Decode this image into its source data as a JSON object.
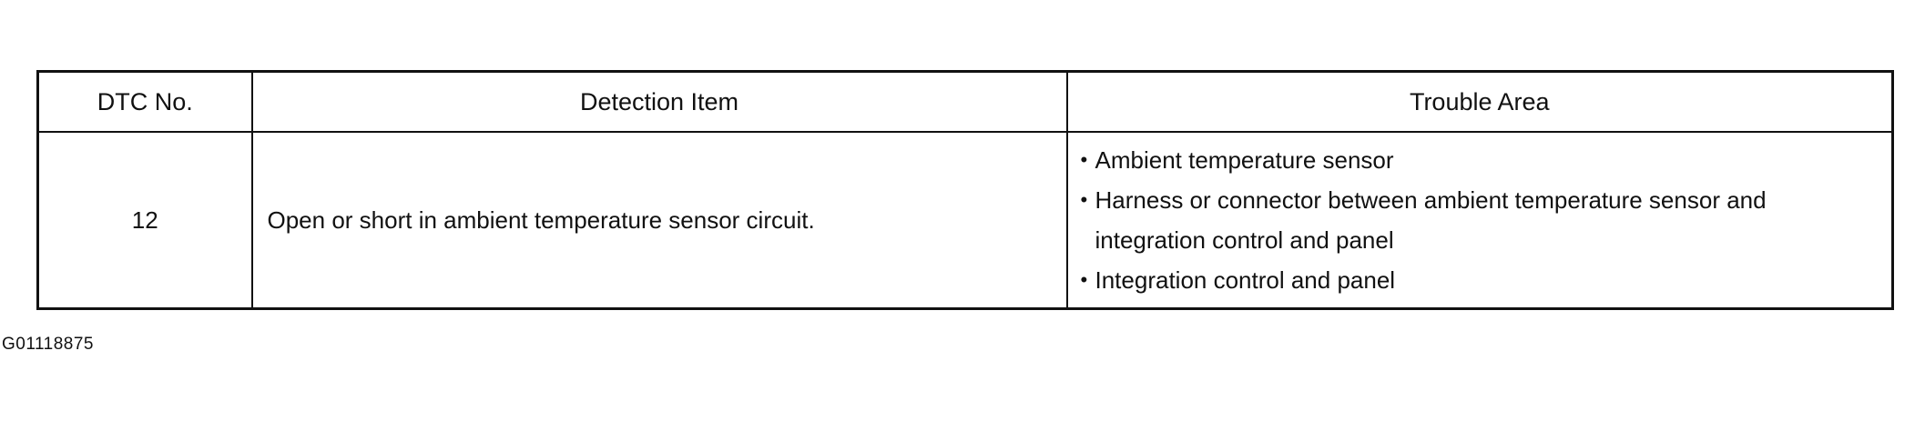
{
  "table": {
    "headers": {
      "dtc_no": "DTC No.",
      "detection_item": "Detection Item",
      "trouble_area": "Trouble Area"
    },
    "rows": [
      {
        "dtc_no": "12",
        "detection_item": "Open or short in ambient temperature sensor circuit.",
        "trouble_area": [
          "Ambient temperature sensor",
          "Harness or connector between ambient temperature sensor and integration control and panel",
          "Integration control and panel"
        ]
      }
    ]
  },
  "bullet_glyph": "•",
  "figure_id": "G01118875"
}
